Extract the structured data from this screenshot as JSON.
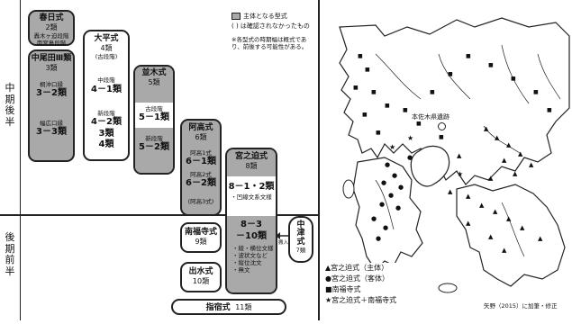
{
  "periods": {
    "middle_late": "中期後半",
    "late_early": "後期前半"
  },
  "legend": {
    "main_label": "主体となる型式",
    "paren_label": "( ) は確認されなかったもの",
    "note": "※各型式の時期幅は概式であり、前後する可能性がある。"
  },
  "boxes": {
    "kasuga": {
      "title": "春日式",
      "count": "2類",
      "lines": [
        "轟木ヶ迫段階",
        "南宮島段階"
      ]
    },
    "nakaodaIII": {
      "title": "中尾田Ⅲ類",
      "count": "3類",
      "a": "桐沖口縁",
      "a_val": "3－2類",
      "b": "幅広口縁",
      "b_val": "3－3類"
    },
    "ohira": {
      "title": "大平式",
      "count": "4類",
      "sub": "(古段階)",
      "mid": "中段階",
      "mid_val": "4－1類",
      "new": "新段階",
      "new_val": "4－2類",
      "v3": "3類",
      "v4": "4類"
    },
    "namiki": {
      "title": "並木式",
      "count": "5類",
      "old": "古段階",
      "old_val": "5－1類",
      "new": "新段階",
      "new_val": "5－2類"
    },
    "ataka": {
      "title": "阿高式",
      "count": "6類",
      "a": "阿高1式",
      "a_val": "6－1類",
      "b": "阿高2式",
      "b_val": "6－2類",
      "c": "(阿高3式)"
    },
    "miyanosako": {
      "title": "宮之迫式",
      "count": "8類",
      "v1": "8－1・2類",
      "v1_note": "・凹線文系文様",
      "v2": "8－3",
      "v2b": "－10類",
      "notes": [
        "・綾・横位文様",
        "・波状文など",
        "・縦位沈文",
        "・無文"
      ]
    },
    "nanpukuji": {
      "title": "南福寺式",
      "count": "9類"
    },
    "izumi": {
      "title": "出水式",
      "count": "10類"
    },
    "shishuku": {
      "title": "指宿式",
      "count": "11類"
    },
    "nakatsu": {
      "title": "中津式",
      "count": "7類",
      "arrow": "搬入"
    }
  },
  "map": {
    "label": "本佐木県遺跡",
    "credit": "矢野（2015）に加筆・修正",
    "legend": [
      {
        "symbol": "▲",
        "text": "宮之迫式（主体）"
      },
      {
        "symbol": "●",
        "text": "宮之迫式（客体）"
      },
      {
        "symbol": "■",
        "text": "南福寺式"
      },
      {
        "symbol": "★",
        "text": "宮之迫式＋南福寺式"
      }
    ]
  }
}
